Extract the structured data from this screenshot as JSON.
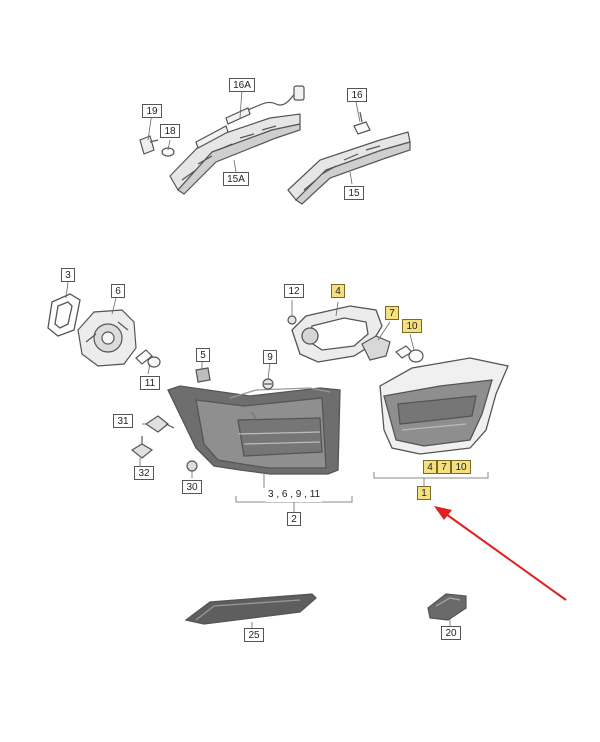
{
  "colors": {
    "part_outline": "#555555",
    "part_fill": "#e9e9e9",
    "lens_fill": "#bdbdbd",
    "highlight": "#f6df7e",
    "arrow": "#e02020"
  },
  "labels": {
    "p16a": "16A",
    "p19": "19",
    "p18": "18",
    "p15a": "15A",
    "p16": "16",
    "p15": "15",
    "p3": "3",
    "p6": "6",
    "p11": "11",
    "p12": "12",
    "p4": "4",
    "p7": "7",
    "p10": "10",
    "p5": "5",
    "p9": "9",
    "p31": "31",
    "p32": "32",
    "p30": "30",
    "p2_group": "3 , 6 , 9 , 11",
    "p2": "2",
    "p1_g4": "4",
    "p1_g7": "7",
    "p1_g10": "10",
    "p1": "1",
    "p25": "25",
    "p20": "20"
  }
}
